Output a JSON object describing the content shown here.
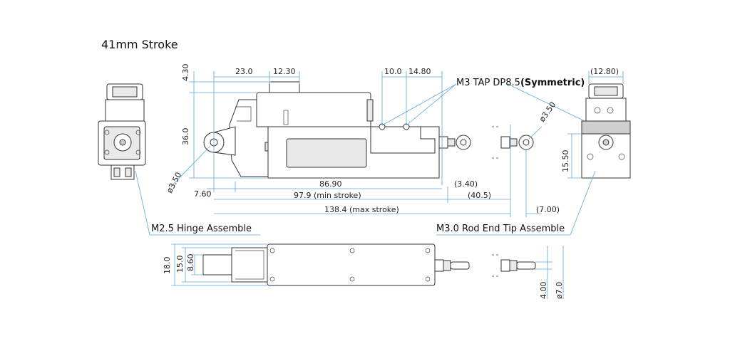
{
  "title": "41mm Stroke",
  "labels": {
    "tap": "M3 TAP DP8.5",
    "tap_sym": "(Symmetric)",
    "hinge": "M2.5 Hinge Assemble",
    "rod_end": "M3.0 Rod End Tip Assemble"
  },
  "dims": {
    "d_4_30": "4.30",
    "d_23_0": "23.0",
    "d_12_30": "12.30",
    "d_10_0": "10.0",
    "d_14_80": "14.80",
    "d_12_80": "(12.80)",
    "d_36_0": "36.0",
    "d_3_50_left": "ø3.50",
    "d_3_50_right": "ø3.50",
    "d_15_50": "15.50",
    "d_7_60": "7.60",
    "d_86_90": "86.90",
    "d_3_40": "(3.40)",
    "d_97_9": "97.9 (min stroke)",
    "d_40_5": "(40.5)",
    "d_138_4": "138.4 (max stroke)",
    "d_7_00": "(7.00)",
    "d_18_0": "18.0",
    "d_15_0": "15.0",
    "d_8_60": "8.60",
    "d_4_00": "4.00",
    "d_7_0": "ø7.0"
  },
  "colors": {
    "dimension_line": "#5aa8e0",
    "part_outline": "#333333"
  }
}
